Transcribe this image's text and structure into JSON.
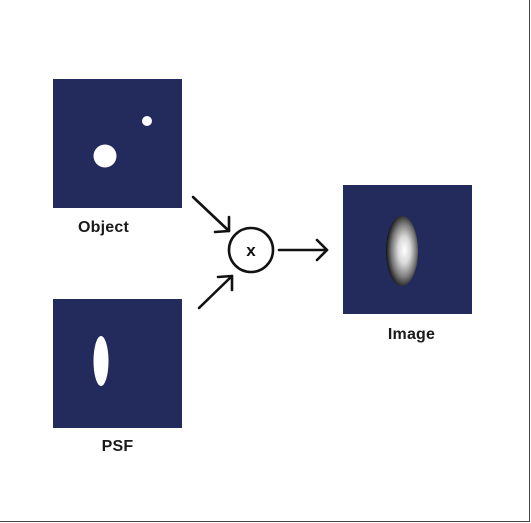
{
  "colors": {
    "panel_bg": "#232a5c",
    "blob": "#ffffff",
    "ink": "#111111"
  },
  "object_panel": {
    "label": "Object"
  },
  "psf_panel": {
    "label": "PSF"
  },
  "image_panel": {
    "label": "Image"
  },
  "operator": {
    "symbol": "x",
    "icon": "multiply-circle-icon"
  },
  "arrows": [
    {
      "from": "object_panel",
      "to": "operator",
      "icon": "arrow-icon"
    },
    {
      "from": "psf_panel",
      "to": "operator",
      "icon": "arrow-icon"
    },
    {
      "from": "operator",
      "to": "image_panel",
      "icon": "arrow-icon"
    }
  ]
}
